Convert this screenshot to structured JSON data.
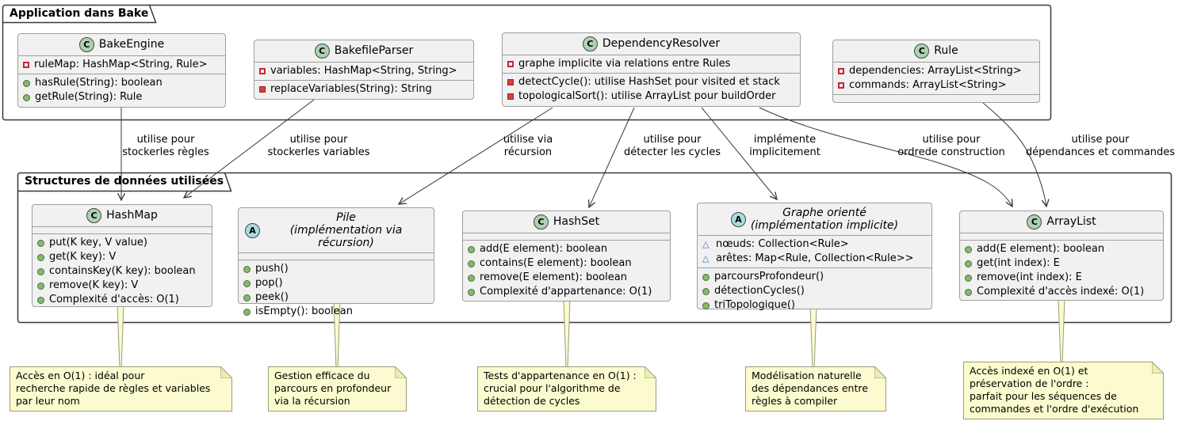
{
  "colors": {
    "class_bg": "#F1F1F1",
    "class_border": "#9E9E9E",
    "frame_border": "#383838",
    "class_spot_bg": "#ADD1B2",
    "abstract_spot_bg": "#A9DCDF",
    "private_red": "#C82333",
    "public_green": "#84B96E",
    "package_blue": "#4177AF",
    "note_bg": "#FBFBCF",
    "note_border": "#9C9C77"
  },
  "packages": {
    "application": {
      "title": "Application dans Bake"
    },
    "structures": {
      "title": "Structures de données utilisées"
    }
  },
  "classes": {
    "bake_engine": {
      "spot": "C",
      "name": "BakeEngine",
      "fields": [
        {
          "text": "ruleMap: HashMap<String, Rule>"
        }
      ],
      "methods": [
        {
          "text": "hasRule(String): boolean"
        },
        {
          "text": "getRule(String): Rule"
        }
      ]
    },
    "bakefile_parser": {
      "spot": "C",
      "name": "BakefileParser",
      "fields": [
        {
          "text": "variables: HashMap<String, String>"
        }
      ],
      "methods": [
        {
          "text": "replaceVariables(String): String"
        }
      ]
    },
    "dependency_resolver": {
      "spot": "C",
      "name": "DependencyResolver",
      "fields": [
        {
          "text": "graphe implicite via relations entre Rules"
        }
      ],
      "methods": [
        {
          "text": "detectCycle(): utilise HashSet pour visited et stack"
        },
        {
          "text": "topologicalSort(): utilise ArrayList pour buildOrder"
        }
      ]
    },
    "rule": {
      "spot": "C",
      "name": "Rule",
      "fields": [
        {
          "text": "dependencies: ArrayList<String>"
        },
        {
          "text": "commands: ArrayList<String>"
        }
      ]
    },
    "hashmap": {
      "spot": "C",
      "name": "HashMap",
      "methods": [
        {
          "text": "put(K key, V value)"
        },
        {
          "text": "get(K key): V"
        },
        {
          "text": "containsKey(K key): boolean"
        },
        {
          "text": "remove(K key): V"
        },
        {
          "text": "Complexité d'accès: O(1)"
        }
      ]
    },
    "pile": {
      "spot": "A",
      "name": "Pile",
      "subtitle": "(implémentation via récursion)",
      "methods": [
        {
          "text": "push()"
        },
        {
          "text": "pop()"
        },
        {
          "text": "peek()"
        },
        {
          "text": "isEmpty(): boolean"
        }
      ]
    },
    "hashset": {
      "spot": "C",
      "name": "HashSet",
      "methods": [
        {
          "text": "add(E element): boolean"
        },
        {
          "text": "contains(E element): boolean"
        },
        {
          "text": "remove(E element): boolean"
        },
        {
          "text": "Complexité d'appartenance: O(1)"
        }
      ]
    },
    "graphe": {
      "spot": "A",
      "name": "Graphe orienté",
      "subtitle": "(implémentation implicite)",
      "fields": [
        {
          "text": "nœuds: Collection<Rule>"
        },
        {
          "text": "arêtes: Map<Rule, Collection<Rule>>"
        }
      ],
      "methods": [
        {
          "text": "parcoursProfondeur()"
        },
        {
          "text": "détectionCycles()"
        },
        {
          "text": "triTopologique()"
        }
      ]
    },
    "arraylist": {
      "spot": "C",
      "name": "ArrayList",
      "methods": [
        {
          "text": "add(E element): boolean"
        },
        {
          "text": "get(int index): E"
        },
        {
          "text": "remove(int index): E"
        },
        {
          "text": "Complexité d'accès indexé: O(1)"
        }
      ]
    }
  },
  "edges": {
    "e1": {
      "line1": "utilise pour",
      "line2": "stockerles règles"
    },
    "e2": {
      "line1": "utilise pour",
      "line2": "stockerles variables"
    },
    "e3": {
      "line1": "utilise via",
      "line2": "récursion"
    },
    "e4": {
      "line1": "utilise pour",
      "line2": "détecter les cycles"
    },
    "e5": {
      "line1": "implémente",
      "line2": "implicitement"
    },
    "e6": {
      "line1": "utilise pour",
      "line2": "ordrede construction"
    },
    "e7": {
      "line1": "utilise pour",
      "line2": "dépendances et commandes"
    }
  },
  "notes": {
    "n1": {
      "lines": [
        "Accès en O(1) : idéal pour",
        "recherche rapide de règles et variables",
        "par leur nom"
      ]
    },
    "n2": {
      "lines": [
        "Gestion efficace du",
        "parcours en profondeur",
        "via la récursion"
      ]
    },
    "n3": {
      "lines": [
        "Tests d'appartenance en O(1) :",
        "crucial pour l'algorithme de",
        "détection de cycles"
      ]
    },
    "n4": {
      "lines": [
        "Modélisation naturelle",
        "des dépendances entre",
        "règles à compiler"
      ]
    },
    "n5": {
      "lines": [
        "Accès indexé en O(1) et",
        "préservation de l'ordre :",
        "parfait pour les séquences de",
        "commandes et l'ordre d'exécution"
      ]
    }
  }
}
